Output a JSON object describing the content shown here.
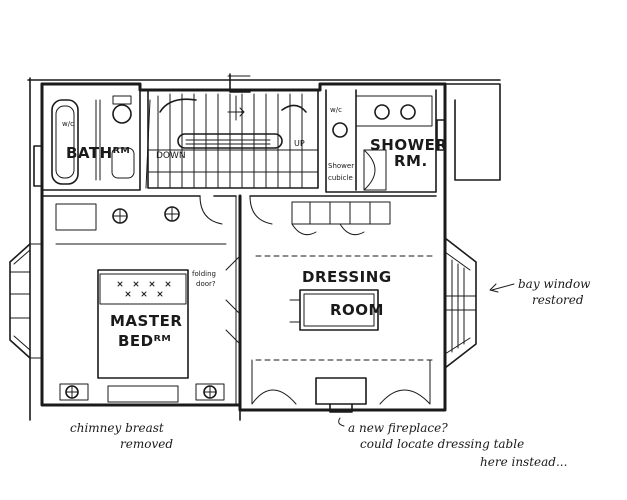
{
  "rooms": {
    "bath": "BATHᴿᴹ",
    "shower_line1": "SHOWER",
    "shower_line2": "RM.",
    "dressing_line1": "DRESSING",
    "dressing_line2": "ROOM",
    "master_line1": "MASTER",
    "master_line2": "BEDᴿᴹ"
  },
  "stairs": {
    "down": "DOWN",
    "up": "UP"
  },
  "small_labels": {
    "wc_left": "w/c",
    "wc_right": "w/c",
    "folding_line1": "folding",
    "folding_line2": "door?",
    "shower_cubicle_line1": "Shower",
    "shower_cubicle_line2": "cubicle"
  },
  "annotations": {
    "bay_line1": "bay window",
    "bay_line2": "restored",
    "chimney_line1": "chimney breast",
    "chimney_line2": "removed",
    "fireplace_line1": "a new fireplace?",
    "fireplace_line2": "could locate dressing table",
    "fireplace_line3": "here instead..."
  }
}
